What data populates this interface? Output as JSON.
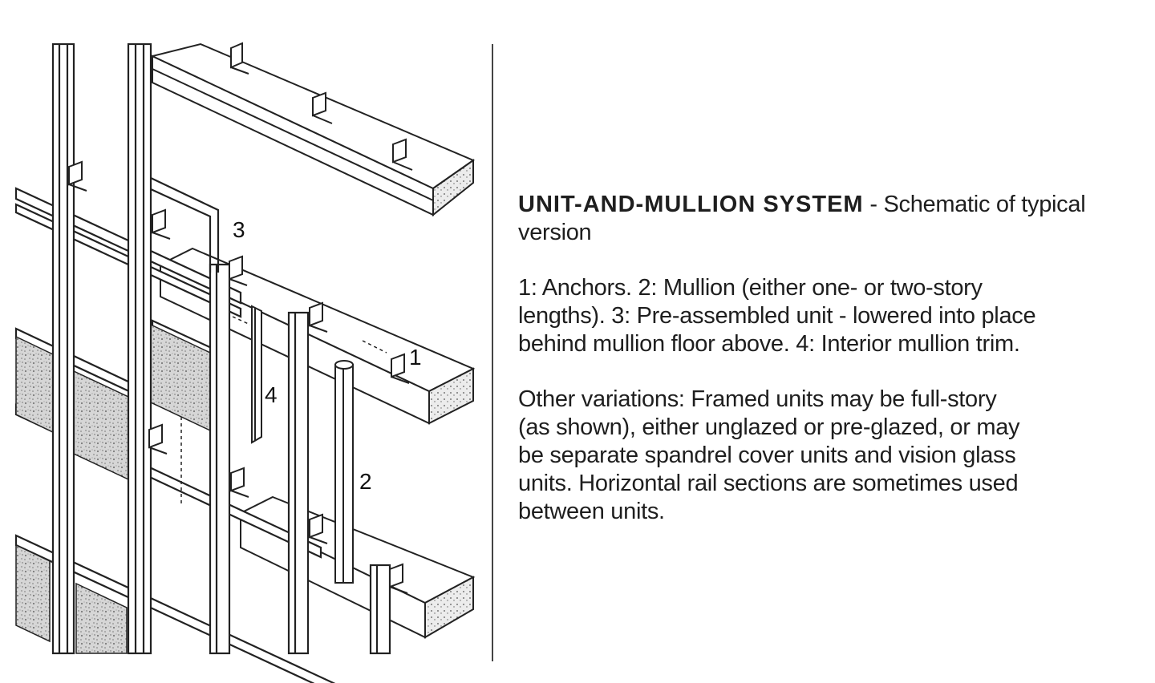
{
  "diagram": {
    "title": "UNIT-AND-MULLION  SYSTEM",
    "title_suffix": " - Schematic of typical version",
    "legend_line_1": "1: Anchors.  2: Mullion (either one- or two-story",
    "legend_line_2": "lengths).  3: Pre-assembled unit - lowered into place",
    "legend_line_3": "behind mullion floor above.  4: Interior mullion trim.",
    "variations_line_1": "Other variations: Framed units may be full-story",
    "variations_line_2": "(as shown), either unglazed or pre-glazed, or may",
    "variations_line_3": "be separate spandrel cover units and vision glass",
    "variations_line_4": "units. Horizontal rail sections are sometimes used",
    "variations_line_5": "between units.",
    "callouts": {
      "anchors": "1",
      "mullion": "2",
      "unit": "3",
      "trim": "4"
    }
  }
}
